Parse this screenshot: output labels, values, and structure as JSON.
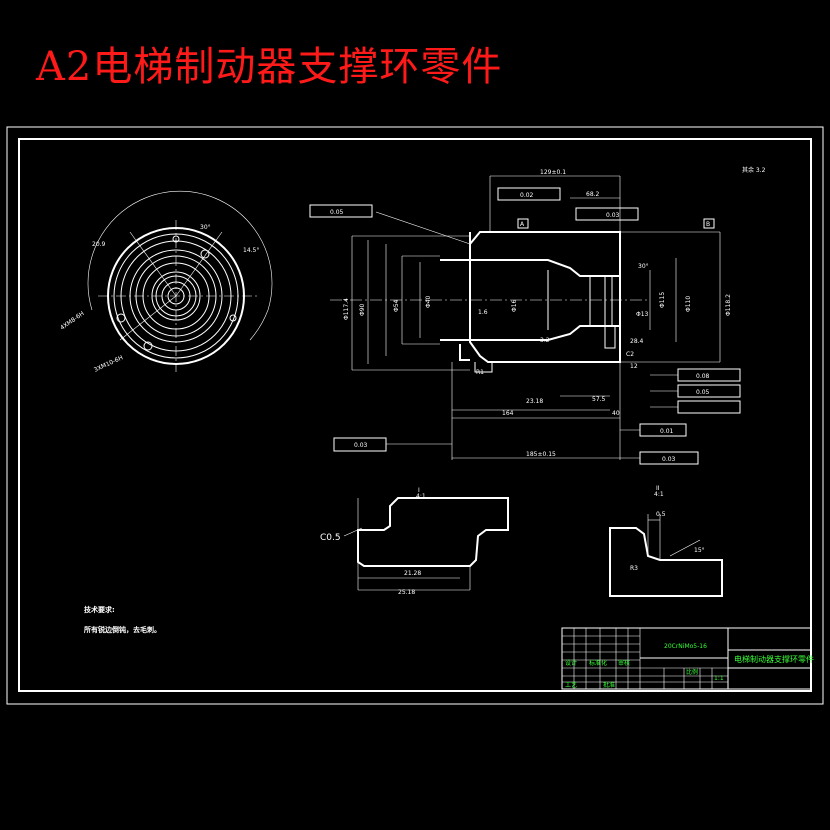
{
  "title": "A2电梯制动器支撑环零件",
  "front_view": {
    "dims": [
      "20.9",
      "30°",
      "14.5°",
      "4XM8-6H",
      "3XM10-6H"
    ]
  },
  "section_view": {
    "dims": [
      "129±0.1",
      "68.2",
      "0.02",
      "0.03",
      "0.05",
      "0.08",
      "0.05",
      "0.01",
      "0.03",
      "0.03",
      "Φ117.4",
      "Φ90",
      "Φ54",
      "Φ40",
      "Φ118.2",
      "Φ110",
      "Φ115",
      "Φ13",
      "Φ16",
      "164",
      "23.18",
      "57.5",
      "40",
      "185±0.15",
      "1.6",
      "3.2",
      "12",
      "30°",
      "28.4",
      "R1",
      "C2",
      "A",
      "B"
    ]
  },
  "detail_1": {
    "label": "I",
    "scale": "4:1",
    "chamfer": "C0.5",
    "dims": [
      "21.28",
      "25.18"
    ]
  },
  "detail_2": {
    "label": "II",
    "scale": "4:1",
    "dims": [
      "0.5",
      "15°",
      "R3"
    ]
  },
  "roughness_note": "其余 3.2",
  "tech_requirements": {
    "heading": "技术要求:",
    "text": "所有锐边倒钝，去毛刺。"
  },
  "title_block": {
    "material": "20CrNiMo5-16",
    "part_name": "电梯制动器支撑环零件",
    "cells": [
      "设计",
      "标准化",
      "审核",
      "工艺",
      "批准",
      "比例",
      "1:1"
    ]
  }
}
